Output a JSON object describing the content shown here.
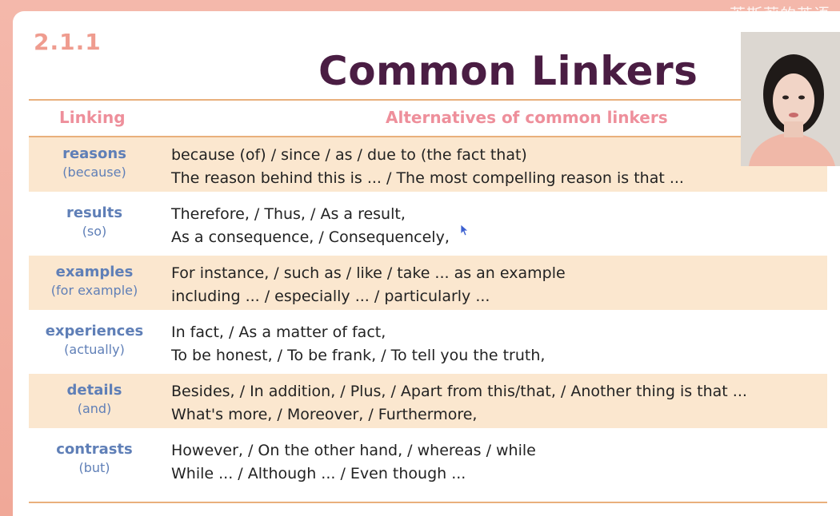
{
  "slide": {
    "section_number": "2.1.1",
    "title": "Common Linkers"
  },
  "table": {
    "headers": {
      "linking": "Linking",
      "alternatives": "Alternatives of common linkers"
    },
    "rows": [
      {
        "keyword": "reasons",
        "gloss": "(because)",
        "line1": "because (of) / since / as / due to (the fact that)",
        "line2": "The reason behind this is ... / The most compelling reason is that ..."
      },
      {
        "keyword": "results",
        "gloss": "(so)",
        "line1": "Therefore, / Thus, / As a result,",
        "line2": "As a consequence, / Consequencely,"
      },
      {
        "keyword": "examples",
        "gloss": "(for example)",
        "line1": "For instance, / such as / like / take ... as an example",
        "line2": "including ... / especially ... / particularly ..."
      },
      {
        "keyword": "experiences",
        "gloss": "(actually)",
        "line1": "In fact, / As a matter of fact,",
        "line2": "To be honest, / To be frank, / To tell you the truth,"
      },
      {
        "keyword": "details",
        "gloss": "(and)",
        "line1": "Besides, / In addition, / Plus, / Apart from this/that, / Another thing is that ...",
        "line2": "What's more, / Moreover, / Furthermore,"
      },
      {
        "keyword": "contrasts",
        "gloss": "(but)",
        "line1": "However, / On the other hand, / whereas / while",
        "line2": "While ... / Although ... / Even though ..."
      }
    ]
  },
  "overlay": {
    "watermark": "莱斯莉的英语"
  },
  "colors": {
    "title": "#4a1d43",
    "section_number": "#ef9c8f",
    "header_text": "#ee8f9b",
    "keyword": "#5f7fb7",
    "row_shade": "#fbe7cf",
    "rule": "#e9b07c",
    "frame": "#f2b1a4"
  },
  "icons": {
    "cursor": "mouse-pointer-icon",
    "presenter": "presenter-webcam"
  }
}
